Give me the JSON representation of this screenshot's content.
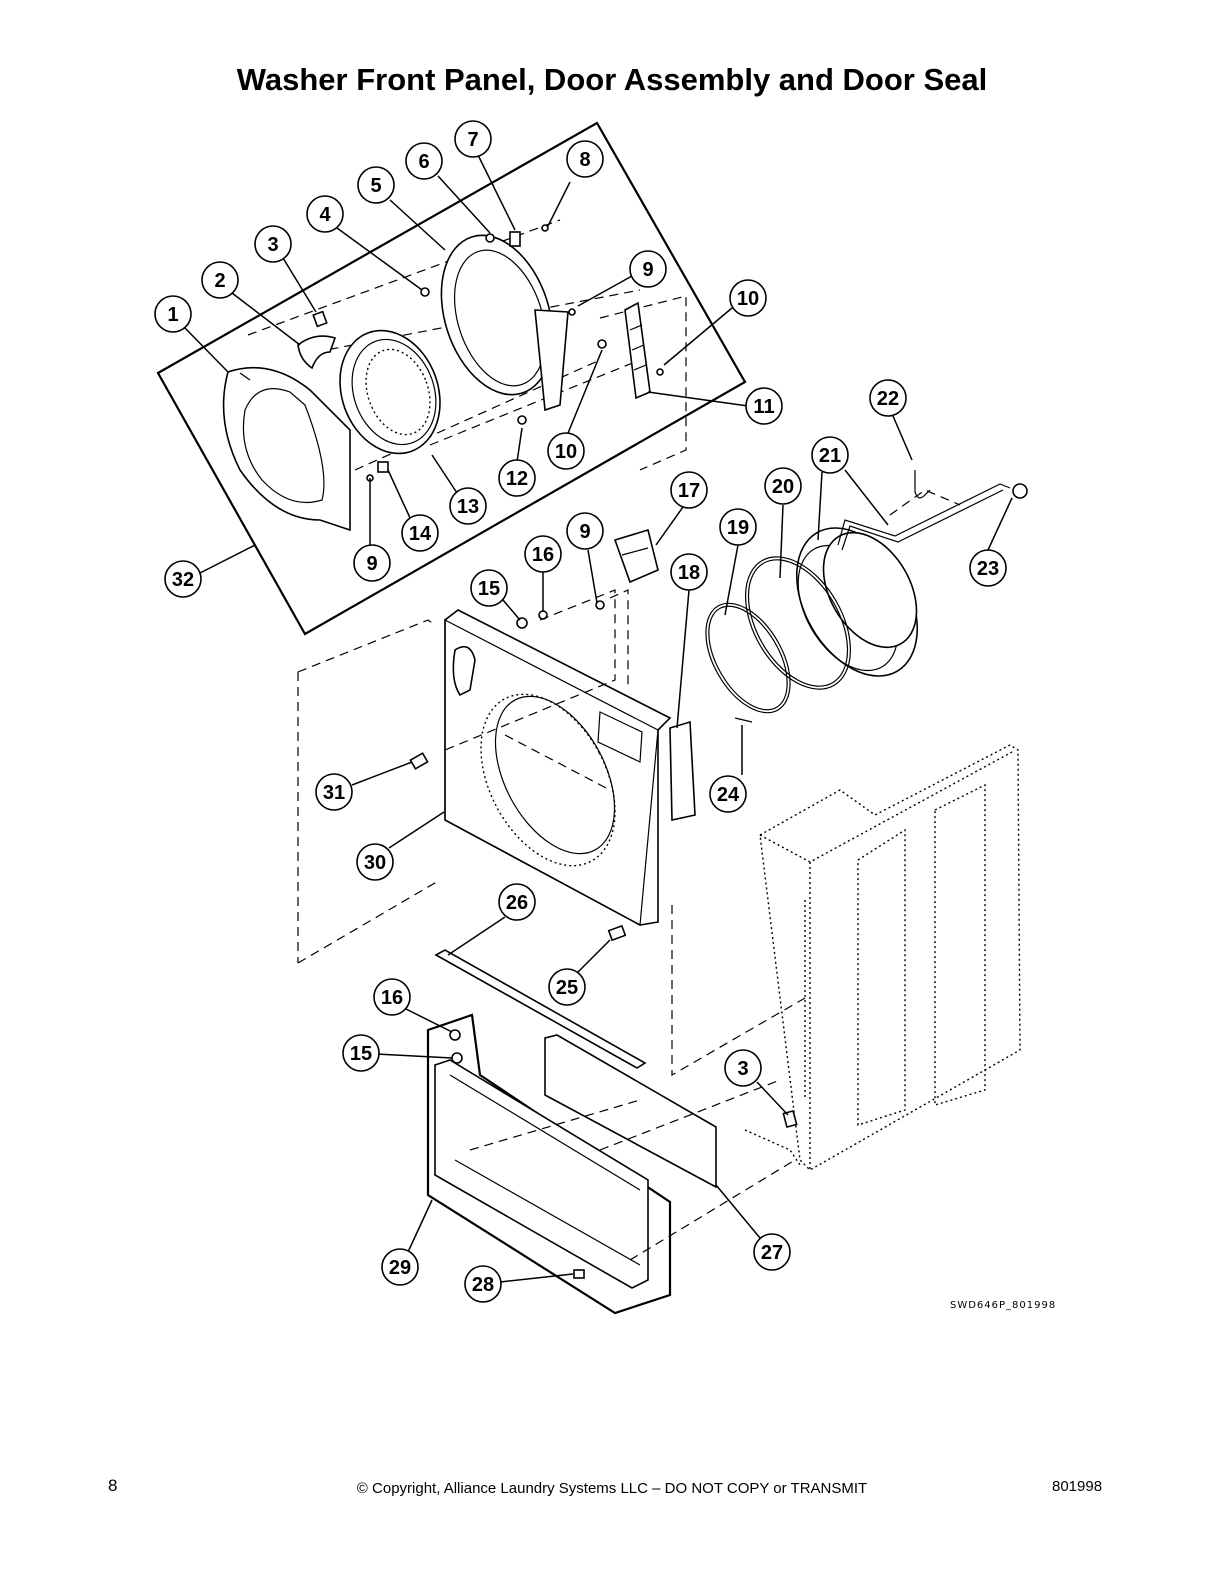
{
  "document": {
    "title": "Washer Front Panel, Door Assembly and Door Seal",
    "drawing_code": "SWD646P_801998",
    "page_number": "8",
    "copyright": "© Copyright, Alliance Laundry Systems LLC – DO NOT COPY or TRANSMIT",
    "doc_number": "801998"
  },
  "callouts": [
    {
      "id": "c1",
      "label": "1"
    },
    {
      "id": "c2",
      "label": "2"
    },
    {
      "id": "c3a",
      "label": "3"
    },
    {
      "id": "c4",
      "label": "4"
    },
    {
      "id": "c5",
      "label": "5"
    },
    {
      "id": "c6",
      "label": "6"
    },
    {
      "id": "c7",
      "label": "7"
    },
    {
      "id": "c8",
      "label": "8"
    },
    {
      "id": "c9a",
      "label": "9"
    },
    {
      "id": "c10a",
      "label": "10"
    },
    {
      "id": "c11",
      "label": "11"
    },
    {
      "id": "c10b",
      "label": "10"
    },
    {
      "id": "c12",
      "label": "12"
    },
    {
      "id": "c13",
      "label": "13"
    },
    {
      "id": "c14",
      "label": "14"
    },
    {
      "id": "c9b",
      "label": "9"
    },
    {
      "id": "c32",
      "label": "32"
    },
    {
      "id": "c22",
      "label": "22"
    },
    {
      "id": "c21",
      "label": "21"
    },
    {
      "id": "c20",
      "label": "20"
    },
    {
      "id": "c23",
      "label": "23"
    },
    {
      "id": "c19",
      "label": "19"
    },
    {
      "id": "c17",
      "label": "17"
    },
    {
      "id": "c18",
      "label": "18"
    },
    {
      "id": "c9c",
      "label": "9"
    },
    {
      "id": "c16a",
      "label": "16"
    },
    {
      "id": "c15a",
      "label": "15"
    },
    {
      "id": "c24",
      "label": "24"
    },
    {
      "id": "c31",
      "label": "31"
    },
    {
      "id": "c30",
      "label": "30"
    },
    {
      "id": "c26",
      "label": "26"
    },
    {
      "id": "c25",
      "label": "25"
    },
    {
      "id": "c16b",
      "label": "16"
    },
    {
      "id": "c15b",
      "label": "15"
    },
    {
      "id": "c3b",
      "label": "3"
    },
    {
      "id": "c27",
      "label": "27"
    },
    {
      "id": "c29",
      "label": "29"
    },
    {
      "id": "c28",
      "label": "28"
    }
  ]
}
